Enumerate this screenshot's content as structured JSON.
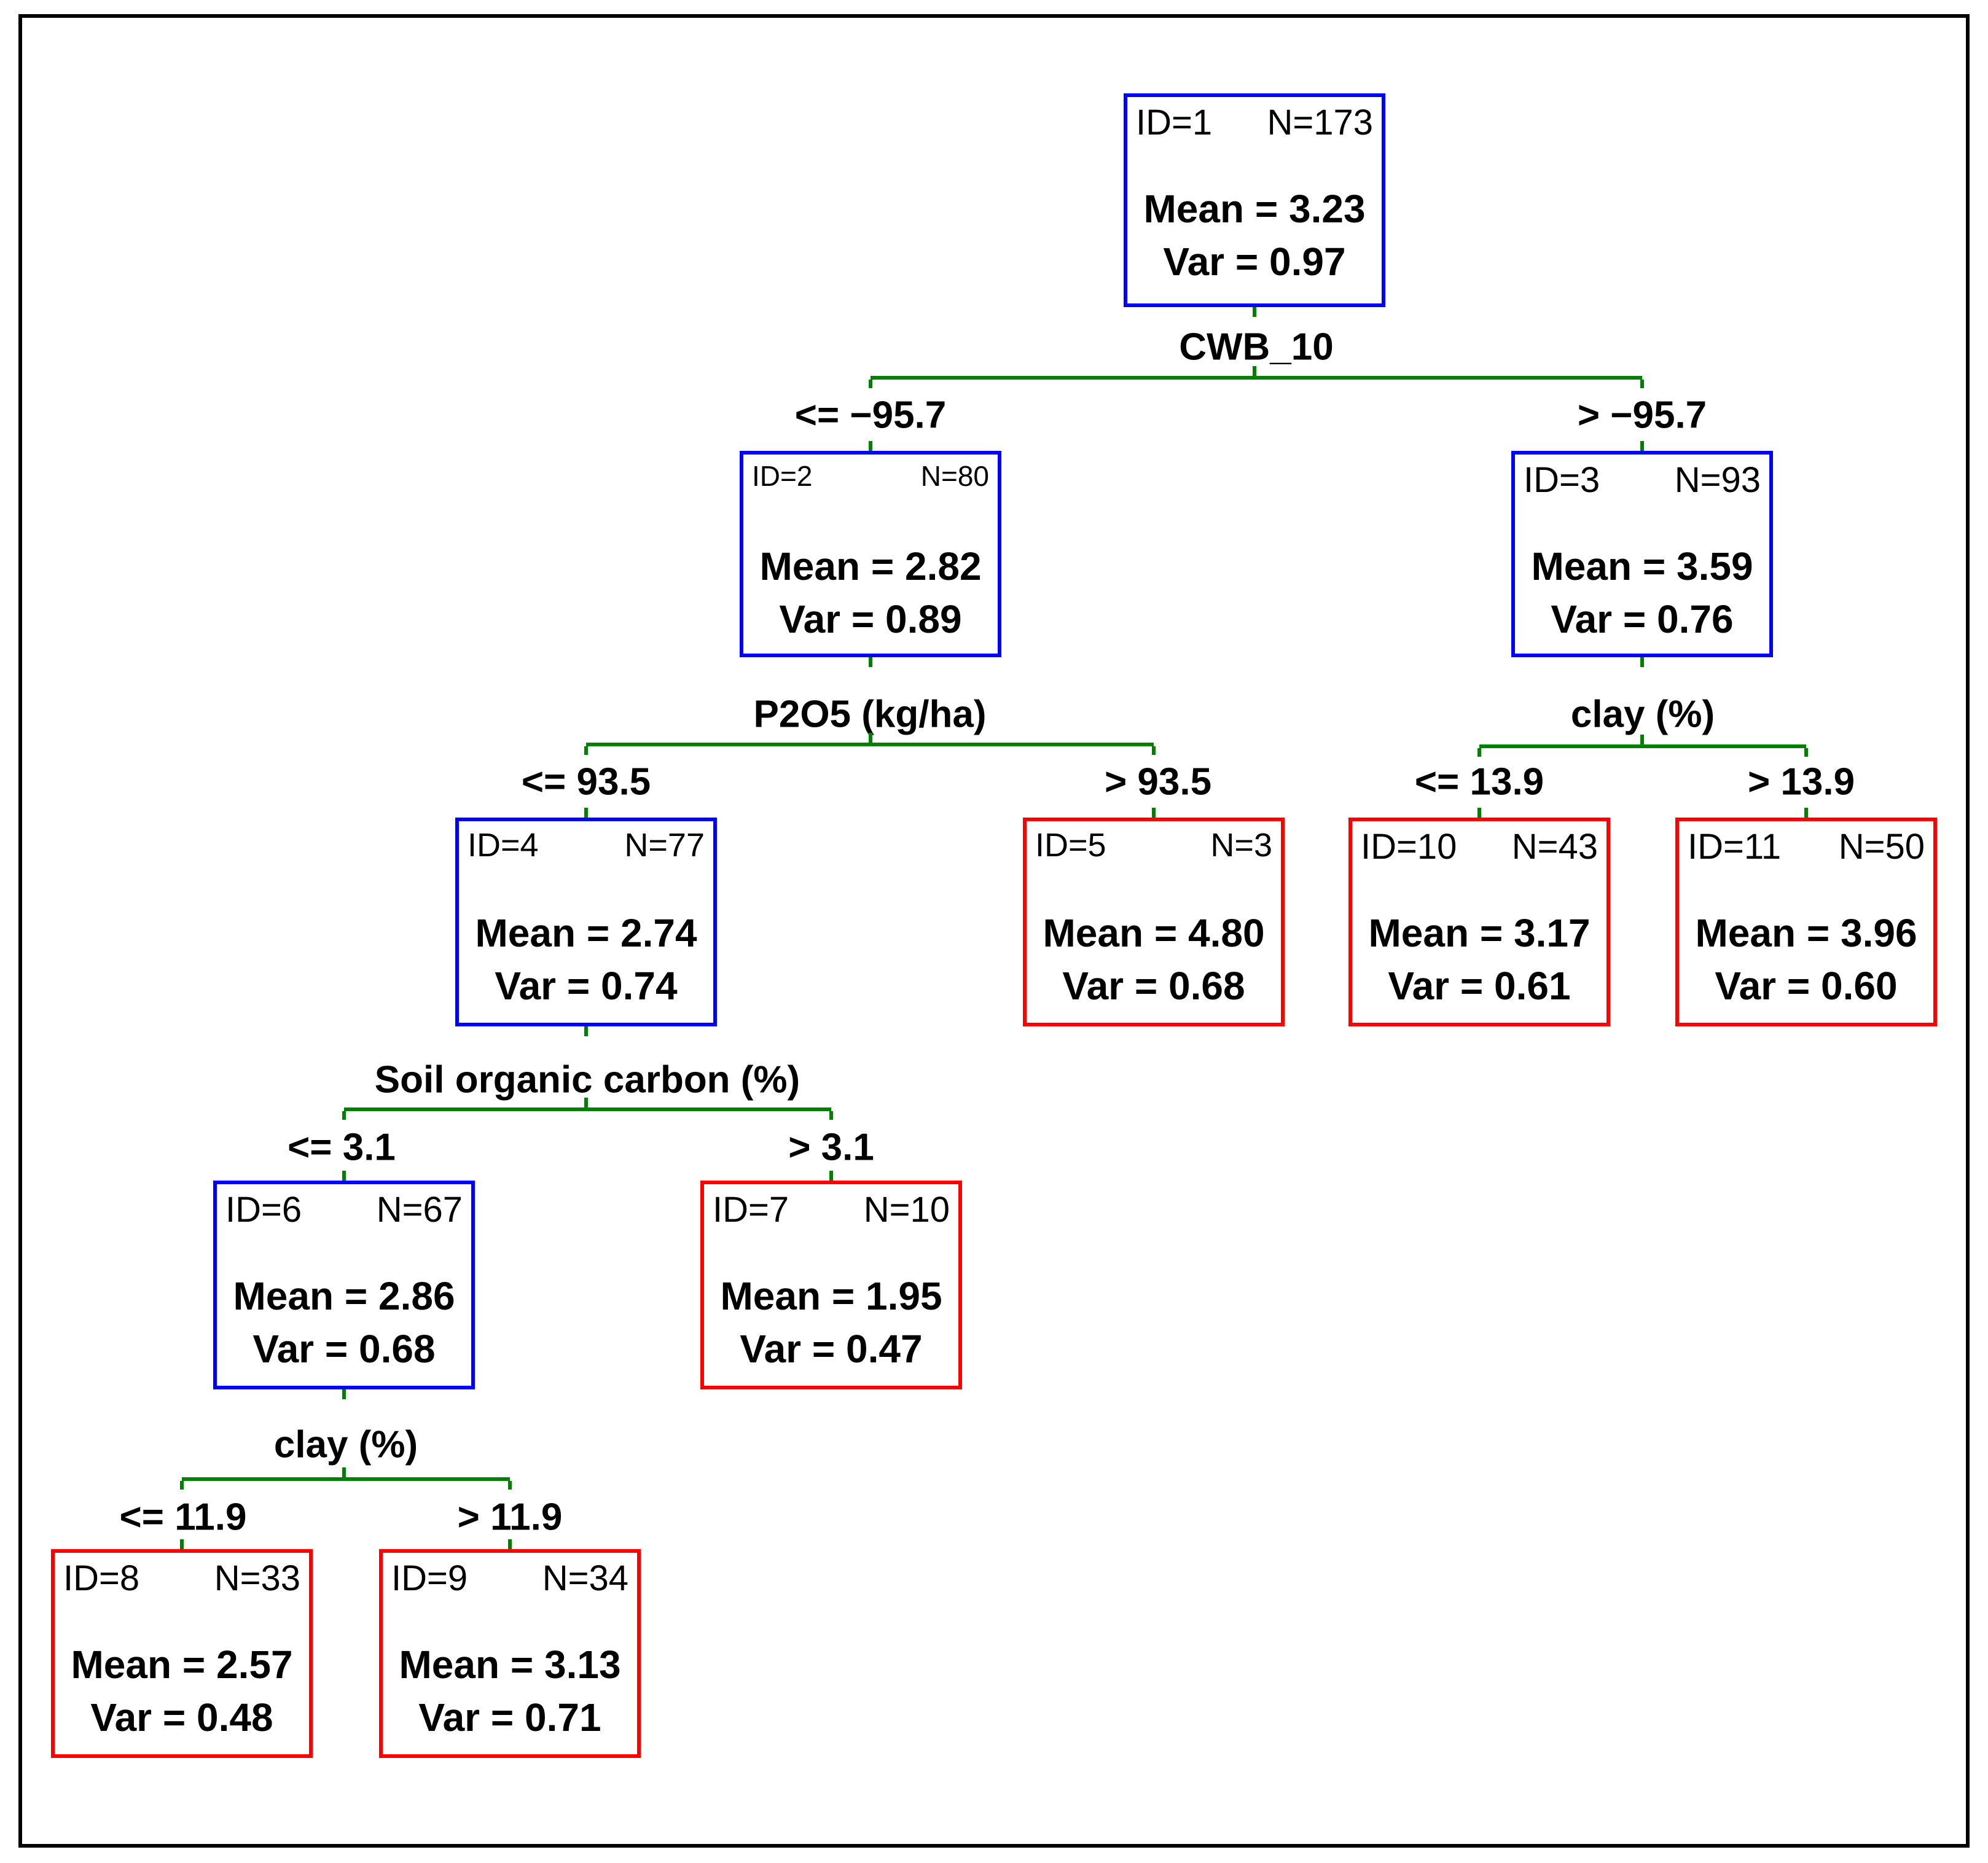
{
  "tree": {
    "colors": {
      "internal_border": "#0000ff",
      "leaf_border": "#ff0000",
      "connector_green": "#008000",
      "frame_black": "#000000"
    },
    "nodes": [
      {
        "id": "ID=1",
        "n": "N=173",
        "mean": "Mean = 3.23",
        "var": "Var = 0.97",
        "type": "internal"
      },
      {
        "id": "ID=2",
        "n": "N=80",
        "mean": "Mean = 2.82",
        "var": "Var = 0.89",
        "type": "internal"
      },
      {
        "id": "ID=3",
        "n": "N=93",
        "mean": "Mean = 3.59",
        "var": "Var = 0.76",
        "type": "internal"
      },
      {
        "id": "ID=4",
        "n": "N=77",
        "mean": "Mean = 2.74",
        "var": "Var = 0.74",
        "type": "internal"
      },
      {
        "id": "ID=5",
        "n": "N=3",
        "mean": "Mean = 4.80",
        "var": "Var = 0.68",
        "type": "leaf"
      },
      {
        "id": "ID=6",
        "n": "N=67",
        "mean": "Mean = 2.86",
        "var": "Var = 0.68",
        "type": "internal"
      },
      {
        "id": "ID=7",
        "n": "N=10",
        "mean": "Mean = 1.95",
        "var": "Var = 0.47",
        "type": "leaf"
      },
      {
        "id": "ID=8",
        "n": "N=33",
        "mean": "Mean = 2.57",
        "var": "Var = 0.48",
        "type": "leaf"
      },
      {
        "id": "ID=9",
        "n": "N=34",
        "mean": "Mean = 3.13",
        "var": "Var = 0.71",
        "type": "leaf"
      },
      {
        "id": "ID=10",
        "n": "N=43",
        "mean": "Mean = 3.17",
        "var": "Var = 0.61",
        "type": "leaf"
      },
      {
        "id": "ID=11",
        "n": "N=50",
        "mean": "Mean = 3.96",
        "var": "Var = 0.60",
        "type": "leaf"
      }
    ],
    "splits": [
      {
        "variable": "CWB_10",
        "left": "<= −95.7",
        "right": "> −95.7",
        "parent": "ID=1",
        "children": [
          "ID=2",
          "ID=3"
        ]
      },
      {
        "variable": "P2O5 (kg/ha)",
        "left": "<= 93.5",
        "right": "> 93.5",
        "parent": "ID=2",
        "children": [
          "ID=4",
          "ID=5"
        ]
      },
      {
        "variable": "clay (%)",
        "left": "<= 13.9",
        "right": "> 13.9",
        "parent": "ID=3",
        "children": [
          "ID=10",
          "ID=11"
        ]
      },
      {
        "variable": "Soil organic carbon (%)",
        "left": "<= 3.1",
        "right": "> 3.1",
        "parent": "ID=4",
        "children": [
          "ID=6",
          "ID=7"
        ]
      },
      {
        "variable": "clay (%)",
        "left": "<= 11.9",
        "right": "> 11.9",
        "parent": "ID=6",
        "children": [
          "ID=8",
          "ID=9"
        ]
      }
    ]
  }
}
